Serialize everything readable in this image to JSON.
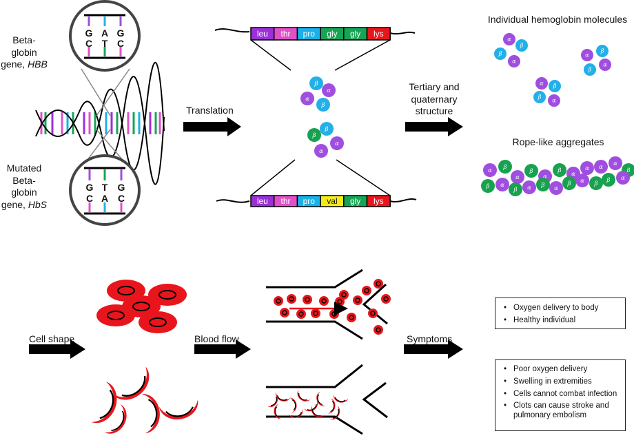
{
  "labels": {
    "gene_normal_1": "Beta-globin",
    "gene_normal_2": "gene,",
    "gene_normal_3": "HBB",
    "gene_mutated_1": "Mutated",
    "gene_mutated_2": "Beta-globin",
    "gene_mutated_3": "gene,",
    "gene_mutated_4": "HbS",
    "translation": "Translation",
    "tertiary_1": "Tertiary and",
    "tertiary_2": "quaternary",
    "tertiary_3": "structure",
    "individual": "Individual hemoglobin molecules",
    "rope": "Rope-like aggregates",
    "cell_shape": "Cell shape",
    "blood_flow": "Blood flow",
    "symptoms": "Symptoms"
  },
  "codons": {
    "normal_top": [
      "G",
      "A",
      "G"
    ],
    "normal_bottom": [
      "C",
      "T",
      "C"
    ],
    "mutated_top": [
      "G",
      "T",
      "G"
    ],
    "mutated_bottom": [
      "C",
      "A",
      "C"
    ]
  },
  "peptide_normal": [
    "leu",
    "thr",
    "pro",
    "gly",
    "gly",
    "lys"
  ],
  "peptide_mutated": [
    "leu",
    "thr",
    "pro",
    "val",
    "gly",
    "lys"
  ],
  "subunits": {
    "alpha": "α",
    "beta": "β"
  },
  "symptoms_healthy": [
    "Oxygen delivery to body",
    "Healthy individual"
  ],
  "symptoms_sickle": [
    "Poor oxygen delivery",
    "Swelling in extremities",
    "Cells cannot combat infection",
    "Clots can cause stroke and pulmonary embolism"
  ],
  "colors": {
    "leu": "#9b30d9",
    "thr": "#e050c8",
    "pro": "#1ab0e8",
    "gly": "#16a455",
    "val": "#f4ec1a",
    "lys": "#e8161c",
    "alpha": "#a04ee0",
    "beta": "#23b0e8",
    "sickle_beta": "#18a14f",
    "rbc": "#e8161c"
  }
}
